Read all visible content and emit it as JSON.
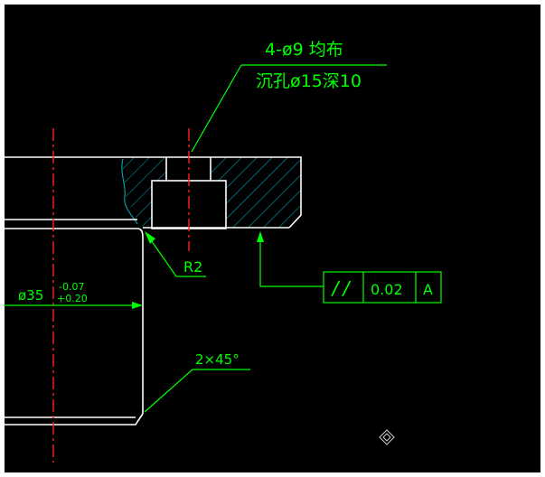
{
  "colors": {
    "background": "#000000",
    "border": "#ffffff",
    "geometry": "#ffffff",
    "centerline": "#ff2020",
    "hatch": "#00b8c8",
    "annotation": "#00ff00"
  },
  "annotations": {
    "hole_note_line1": "4-ø9 均布",
    "hole_note_line2": "沉孔ø15深10",
    "fillet_radius": "R2",
    "chamfer": "2×45°",
    "diameter_base": "ø35",
    "tol_upper": "-0.07",
    "tol_lower": "+0.20"
  },
  "gdt_frame": {
    "symbol": "//",
    "tolerance": "0.02",
    "datum": "A"
  }
}
